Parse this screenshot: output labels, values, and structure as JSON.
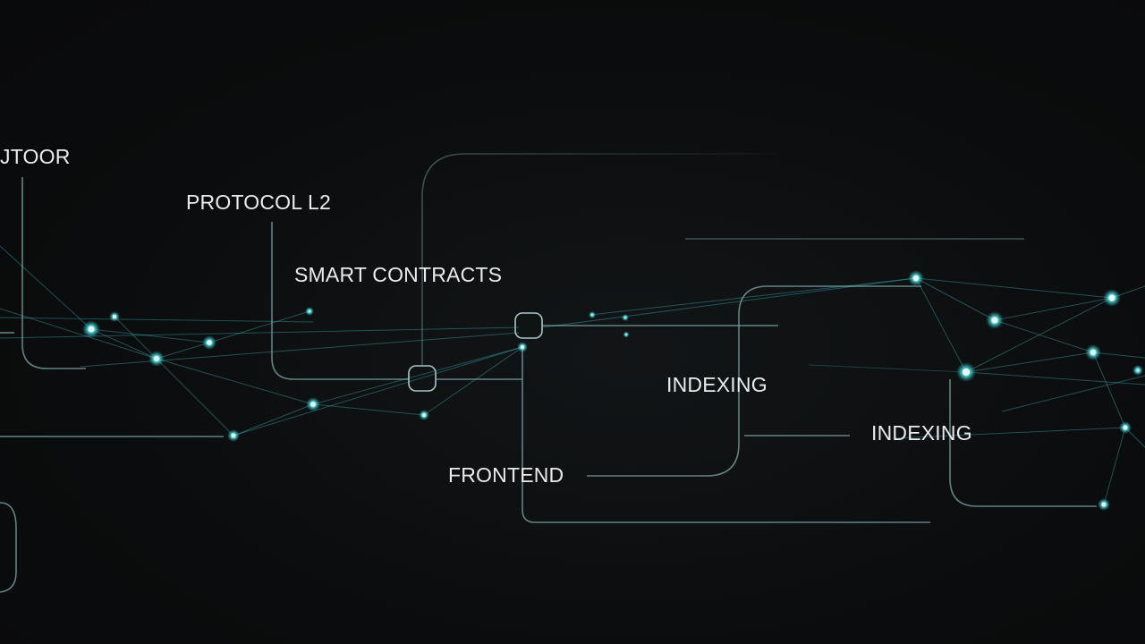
{
  "labels": {
    "toor": "JTOOR",
    "protocol": "PROTOCOL L2",
    "smart_contracts": "SMART CONTRACTS",
    "indexing_a": "INDEXING",
    "indexing_b": "INDEXING",
    "frontend": "FRONTEND"
  },
  "colors": {
    "background": "#0b0c0d",
    "connector": "#7fa9aa",
    "mesh": "#3fd4d8",
    "node_glow": "#5ff3f5",
    "label_text": "#e9ecee"
  }
}
